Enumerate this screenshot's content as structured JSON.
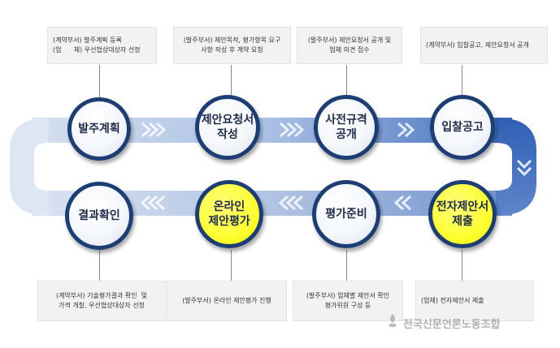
{
  "nodes": {
    "plan": [
      "발주계획"
    ],
    "rfp": [
      "제안요청서",
      "작성"
    ],
    "prior": [
      "사전규격",
      "공개"
    ],
    "bid": [
      "입찰공고"
    ],
    "result": [
      "결과확인"
    ],
    "online": [
      "온라인",
      "제안평가"
    ],
    "eval": [
      "평가준비"
    ],
    "submit": [
      "전자제안서",
      "제출"
    ]
  },
  "notes": {
    "top1": [
      "(계약부서) 발주계획 등록",
      "(업      체) 우선협상대상자 선정"
    ],
    "top2": [
      "(발주부서) 제안목적, 평가항목 요구",
      "사항 작성 후 계약 요청"
    ],
    "top3": [
      "(발주부서) 제안요청서 공개 및",
      "업체 의견 접수"
    ],
    "top4": [
      "(계약부서) 입찰공고, 제안요청서 공개"
    ],
    "bot1": [
      "(계약부서) 기술평가결과 확인  및",
      "가격 개찰, 우선협상대상자 선정"
    ],
    "bot2": [
      "(발주부서) 온라인 제안평가 진행"
    ],
    "bot3": [
      "(발주부서) 업체별 제안서 확인",
      "평가위원 구성 등"
    ],
    "bot4": [
      "(업체) 전자제안서 제출"
    ]
  },
  "watermark": "전국신문언론노동조합",
  "colors": {
    "ring_dark": "#1c3e74",
    "arrow_blue": "#4a7bc8",
    "arrow_light": "#c7d4ea",
    "highlight": "#ffff33",
    "note_bg": "#f2f2f2"
  }
}
